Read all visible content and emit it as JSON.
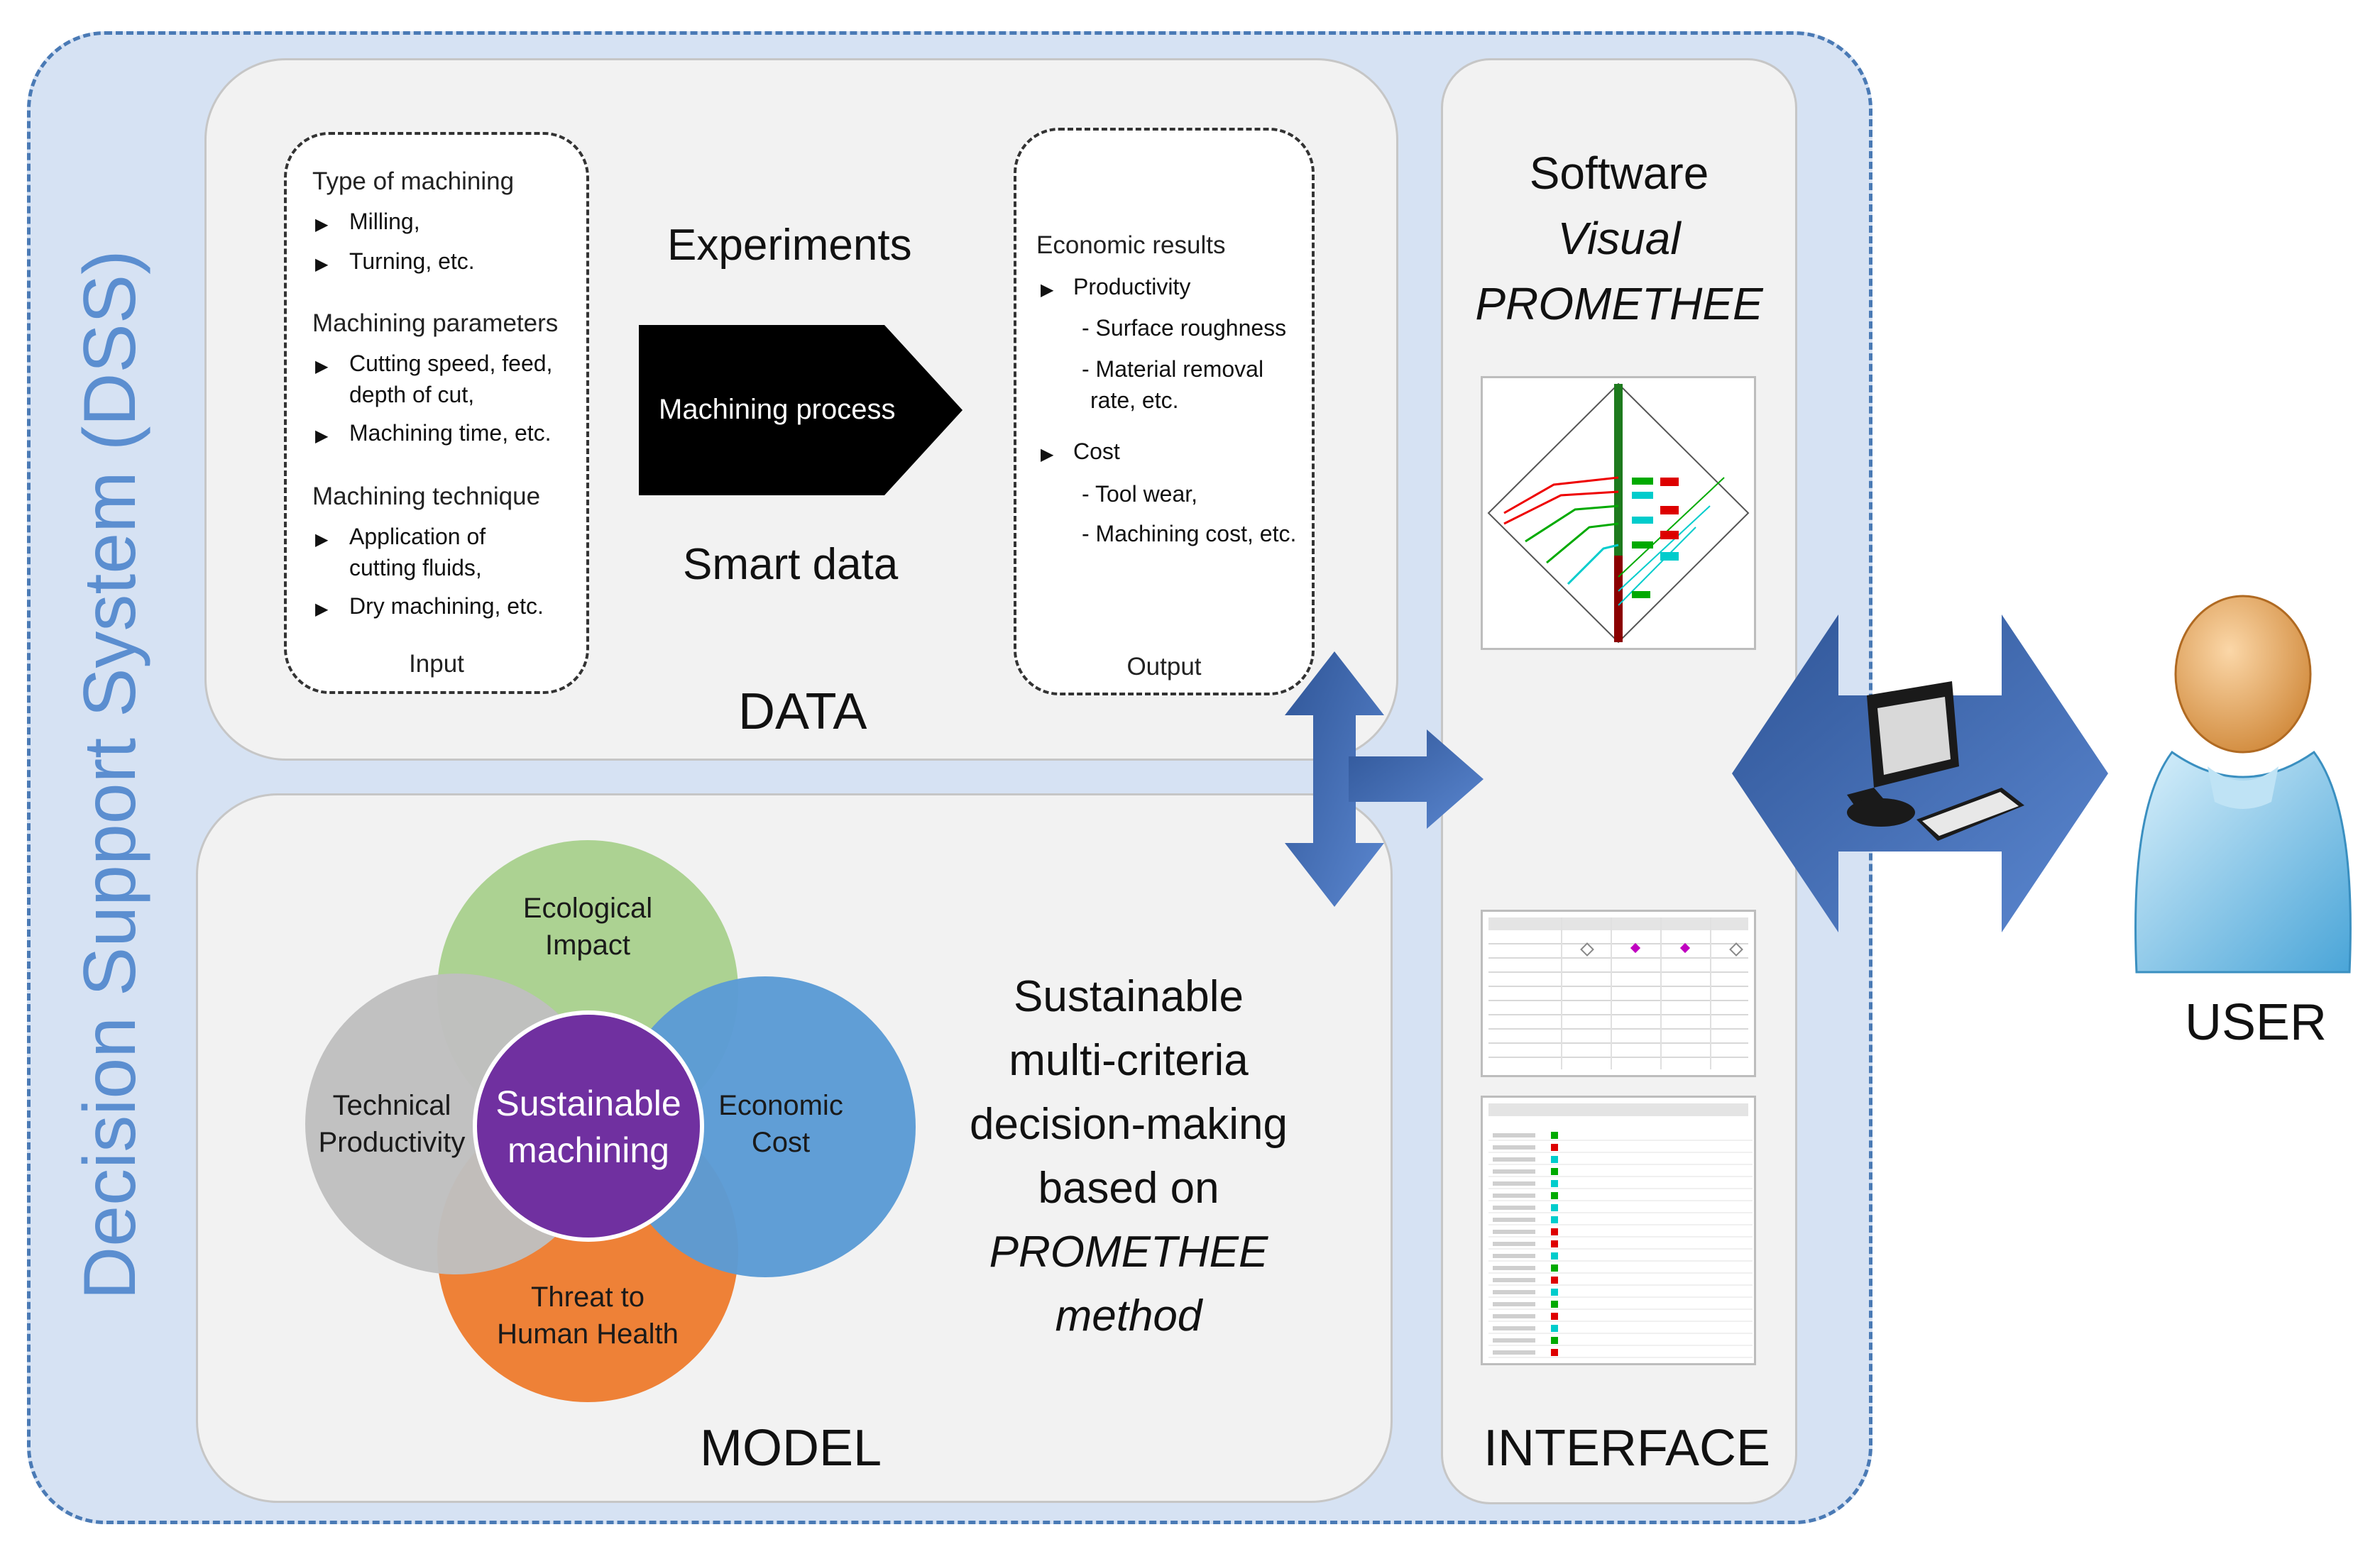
{
  "dss": {
    "title": "Decision Support System (DSS)"
  },
  "data_panel": {
    "label": "DATA",
    "input": {
      "sections": [
        {
          "heading": "Type of machining",
          "items": [
            [
              "Milling,"
            ],
            [
              "Turning, etc."
            ]
          ]
        },
        {
          "heading": "Machining parameters",
          "items": [
            [
              "Cutting speed, feed,",
              "depth of cut,"
            ],
            [
              "Machining time, etc."
            ]
          ]
        },
        {
          "heading": "Machining technique",
          "items": [
            [
              "Application of",
              "cutting fluids,"
            ],
            [
              "Dry machining, etc."
            ]
          ]
        }
      ],
      "caption": "Input"
    },
    "experiments": "Experiments",
    "process": "Machining process",
    "smart_data": "Smart data",
    "output": {
      "heading": "Economic results",
      "productivity": "Productivity",
      "productivity_items": [
        [
          "- Surface roughness"
        ],
        [
          "- Material removal",
          "rate, etc."
        ]
      ],
      "cost": "Cost",
      "cost_items": [
        [
          "- Tool wear,"
        ],
        [
          "- Machining cost, etc."
        ]
      ],
      "caption": "Output"
    }
  },
  "model_panel": {
    "label": "MODEL",
    "venn": {
      "top": [
        "Ecological",
        "Impact"
      ],
      "left": [
        "Technical",
        "Productivity"
      ],
      "right": [
        "Economic",
        "Cost"
      ],
      "bottom": [
        "Threat to",
        "Human Health"
      ],
      "center": [
        "Sustainable",
        "machining"
      ],
      "colors": {
        "top": "#a9d18e",
        "left": "#bfbfbf",
        "right": "#5b9bd5",
        "bottom": "#ed7d31",
        "center": "#7030a0"
      }
    },
    "description": [
      "Sustainable",
      "multi-criteria",
      "decision-making",
      "based on",
      "PROMETHEE",
      "method"
    ]
  },
  "interface_panel": {
    "label": "INTERFACE",
    "software": [
      "Software",
      "Visual",
      "PROMETHEE"
    ]
  },
  "user": {
    "label": "USER"
  },
  "colors": {
    "arrow": "#4472c4",
    "arrow_dark": "#2f5597",
    "dss_border": "#4a7ab5",
    "dss_fill": "#d6e2f3"
  }
}
